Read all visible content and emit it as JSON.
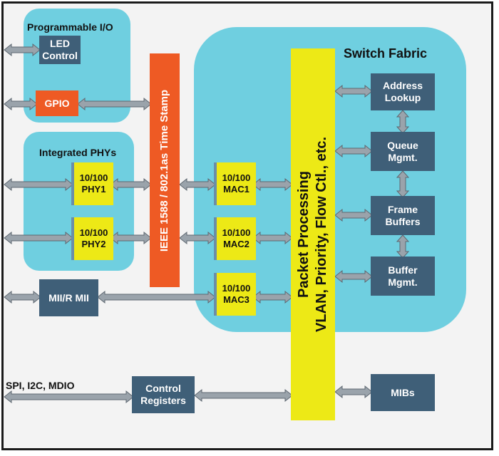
{
  "colors": {
    "region_fill": "#6fcfe0",
    "block_dark": "#3f5f78",
    "block_yellow": "#ede916",
    "timestamp_bar": "#ee5a24",
    "gpio_fill": "#ee5a24",
    "arrow_fill": "#9aa3ab",
    "arrow_edge": "#5e6770"
  },
  "labels": {
    "programmable_io": "Programmable I/O",
    "integrated_phys": "Integrated PHYs",
    "switch_fabric": "Switch Fabric",
    "serial_interfaces": "SPI, I2C, MDIO"
  },
  "blocks": {
    "led_control": "LED\nControl",
    "gpio": "GPIO",
    "phy1": "10/100\nPHY1",
    "phy2": "10/100\nPHY2",
    "mac1": "10/100\nMAC1",
    "mac2": "10/100\nMAC2",
    "mac3": "10/100\nMAC3",
    "mii_rmii": "MII/R MII",
    "control_registers": "Control\nRegisters",
    "address_lookup": "Address\nLookup",
    "queue_mgmt": "Queue\nMgmt.",
    "frame_buffers": "Frame\nBuffers",
    "buffer_mgmt": "Buffer\nMgmt.",
    "mibs": "MIBs"
  },
  "vertical_bars": {
    "timestamp": "IEEE 1588 / 802.1as Time Stamp",
    "packet_processing_line1": "Packet Processing",
    "packet_processing_line2": "VLAN, Priority, Flow Ctl., etc."
  }
}
